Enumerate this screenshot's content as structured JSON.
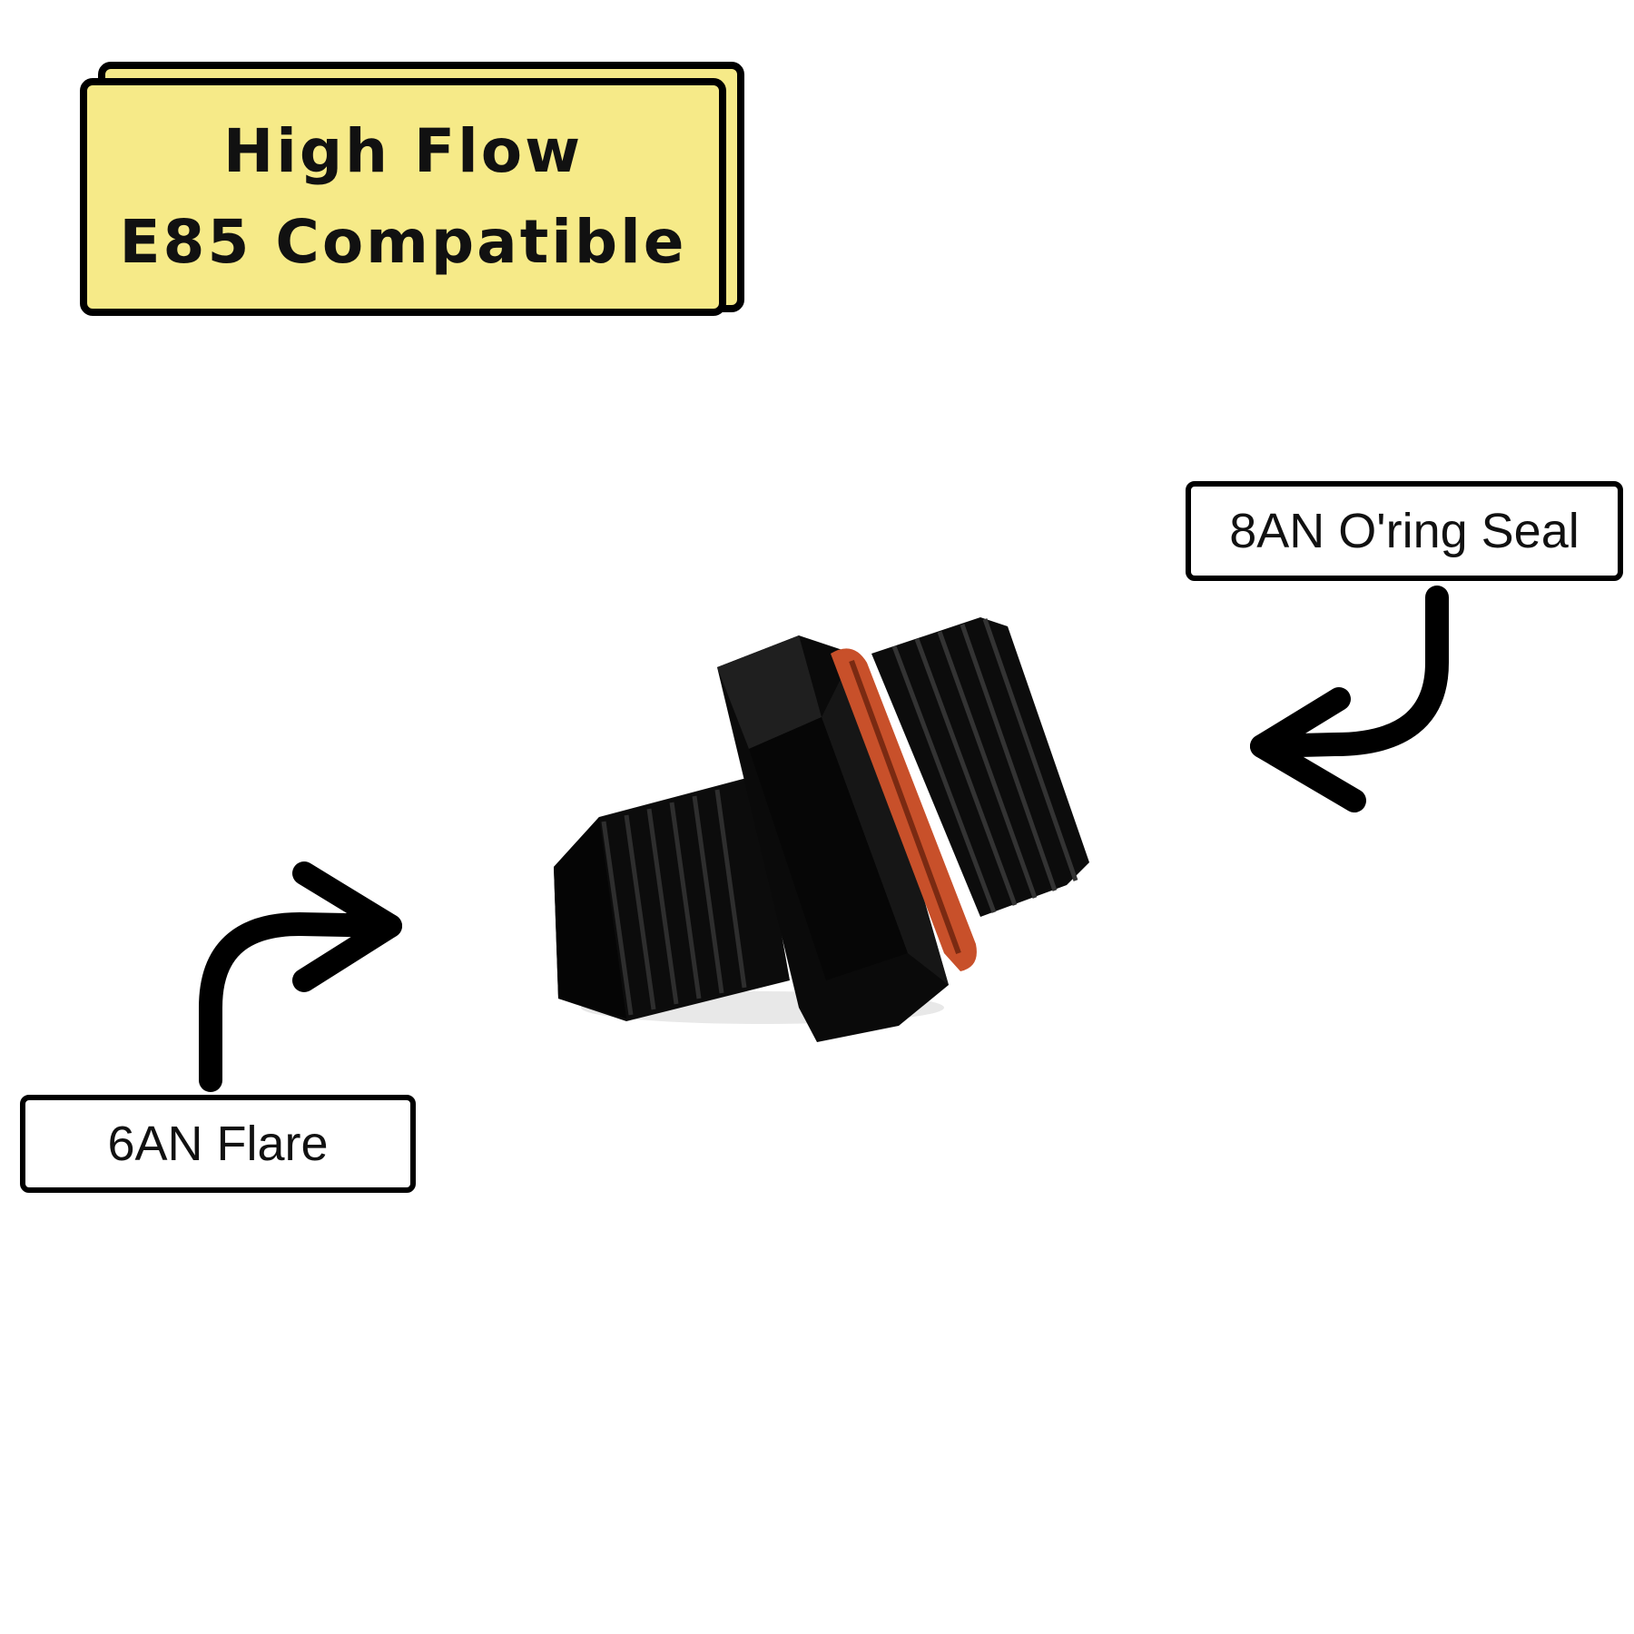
{
  "badge": {
    "line1": "High Flow",
    "line2": "E85 Compatible",
    "fill_color": "#f6ea88"
  },
  "labels": {
    "right": "8AN O'ring Seal",
    "left": "6AN Flare"
  },
  "product": {
    "icon": "an-fitting-image",
    "oring_color": "#c8502a"
  }
}
